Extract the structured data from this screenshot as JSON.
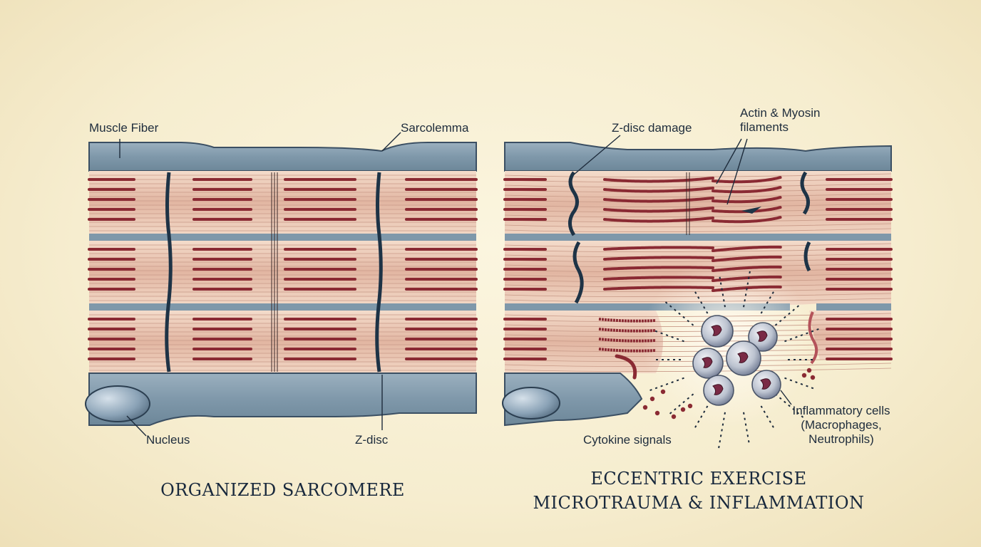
{
  "left_panel": {
    "label_muscle_fiber": "Muscle Fiber",
    "label_sarcolemma": "Sarcolemma",
    "label_nucleus": "Nucleus",
    "label_z_disc": "Z-disc",
    "title": "ORGANIZED SARCOMERE"
  },
  "right_panel": {
    "label_z_disc_damage": "Z-disc damage",
    "label_actin_myosin": [
      "Actin & Myosin",
      "filaments"
    ],
    "label_cytokine": "Cytokine signals",
    "label_inflammatory": [
      "Inflammatory cells",
      "(Macrophages,",
      "Neutrophils)"
    ],
    "title": [
      "ECCENTRIC EXERCISE",
      "MICROTRAUMA & INFLAMMATION"
    ]
  },
  "colors": {
    "background": "#f6edcf",
    "membrane": "#7f98aa",
    "myofibril": "#e9c7b3",
    "filament": "#8a2a33",
    "z_disc": "#1e3346",
    "cell": "#b8bfcc",
    "cell_nucleus": "#7a2a45",
    "ink": "#1e2c3c"
  }
}
